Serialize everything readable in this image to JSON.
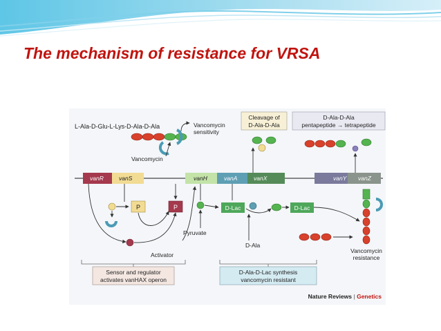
{
  "slide": {
    "title": "The mechanism of resistance for VRSA"
  },
  "figure": {
    "credit": {
      "journal": "Nature Reviews",
      "separator": "|",
      "section": "Genetics"
    },
    "labels": {
      "pentapeptide_chain": "L-Ala-D-Glu-L-Lys-D-Ala-D-Ala",
      "vancomycin_sensitivity_line1": "Vancomycin",
      "vancomycin_sensitivity_line2": "sensitivity",
      "vancomycin": "Vancomycin",
      "cleavage_line1": "Cleavage of",
      "cleavage_line2": "D-Ala-D-Ala",
      "pentapeptide_line1": "D-Ala-D-Ala",
      "pentapeptide_line2": "pentapeptide → tetrapeptide",
      "pyruvate": "Pyruvate",
      "activator": "Activator",
      "d_lac_1": "D-Lac",
      "d_lac_2": "D-Lac",
      "d_ala": "D-Ala",
      "phospho_1": "P",
      "phospho_2": "P",
      "vancomycin_resistance_line1": "Vancomycin",
      "vancomycin_resistance_line2": "resistance",
      "sensor_box_line1": "Sensor and regulator",
      "sensor_box_line2": "activates vanHAX operon",
      "synthesis_box_line1": "D-Ala-D-Lac synthesis",
      "synthesis_box_line2": "vancomycin resistant"
    },
    "genes": {
      "vanR": "vanR",
      "vanS": "vanS",
      "vanH": "vanH",
      "vanA": "vanA",
      "vanX": "vanX",
      "vanY": "vanY",
      "vanZ": "vanZ"
    }
  },
  "colors": {
    "title": "#c0140f",
    "red_bead": "#d8412c",
    "green_bead": "#55b350",
    "vanR_box": "#a5394d",
    "vanS_box": "#f2dc94",
    "vanH_box": "#c3e3a8",
    "vanA_box": "#5e9fb4",
    "vanX_box": "#558b58",
    "vanY_box": "#7b7a9c",
    "vanZ_box": "#8a948c",
    "d_lac_box": "#4ea75a",
    "credit_section": "#c0140f"
  }
}
